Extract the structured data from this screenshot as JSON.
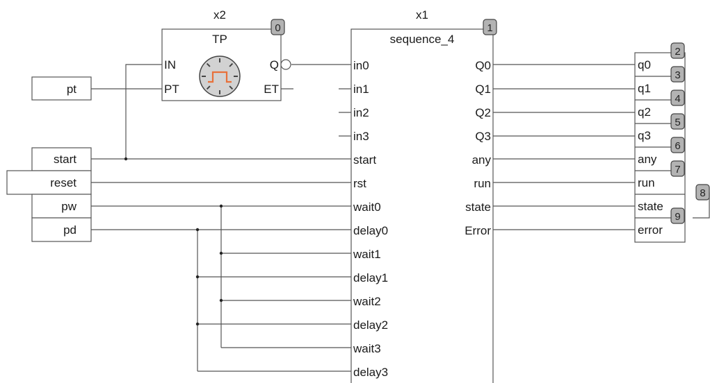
{
  "blocks": {
    "x2": {
      "instance": "x2",
      "type": "TP",
      "order": "0",
      "inputs": [
        "IN",
        "PT"
      ],
      "outputs": [
        "Q",
        "ET"
      ],
      "icon": "pulse-timer-icon",
      "icon_color": "#e8703a"
    },
    "x1": {
      "instance": "x1",
      "type": "sequence_4",
      "order": "1",
      "inputs": [
        "in0",
        "in1",
        "in2",
        "in3",
        "start",
        "rst",
        "wait0",
        "delay0",
        "wait1",
        "delay1",
        "wait2",
        "delay2",
        "wait3",
        "delay3"
      ],
      "outputs": [
        "Q0",
        "Q1",
        "Q2",
        "Q3",
        "any",
        "run",
        "state",
        "Error"
      ]
    }
  },
  "input_vars": {
    "pt": "pt",
    "start": "start",
    "reset": "reset",
    "pw": "pw",
    "pd": "pd"
  },
  "output_vars": [
    {
      "name": "q0",
      "order": "2"
    },
    {
      "name": "q1",
      "order": "3"
    },
    {
      "name": "q2",
      "order": "4"
    },
    {
      "name": "q3",
      "order": "5"
    },
    {
      "name": "any",
      "order": "6"
    },
    {
      "name": "run",
      "order": "7"
    },
    {
      "name": "state",
      "order": "8"
    },
    {
      "name": "error",
      "order": "9"
    }
  ],
  "colors": {
    "line": "#555555",
    "badge": "#b3b3b3"
  }
}
